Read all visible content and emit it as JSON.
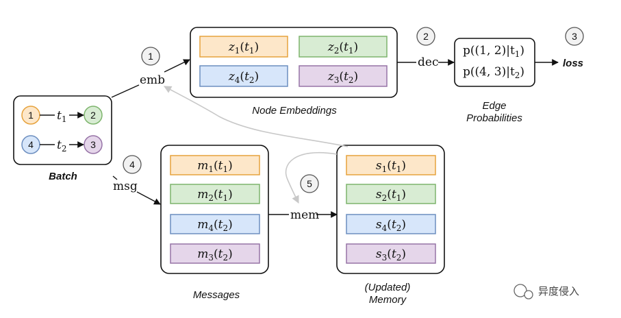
{
  "colors": {
    "orange_fill": "#fde7c9",
    "orange_stroke": "#e6a23c",
    "green_fill": "#d8ecd3",
    "green_stroke": "#7db46c",
    "blue_fill": "#d7e6fa",
    "blue_stroke": "#6c8ebf",
    "purple_fill": "#e5d6ea",
    "purple_stroke": "#9673a6"
  },
  "steps": [
    "1",
    "2",
    "3",
    "4",
    "5"
  ],
  "batch": {
    "label": "Batch",
    "nodes": [
      "1",
      "2",
      "4",
      "3"
    ],
    "edge_times": [
      "t",
      "1",
      "t",
      "2"
    ]
  },
  "edges": {
    "emb": "emb",
    "dec": "dec",
    "msg": "msg",
    "mem": "mem"
  },
  "embeddings": {
    "label": "Node Embeddings",
    "items": [
      {
        "base": "z",
        "sub": "1",
        "arg": "t",
        "argsub": "1"
      },
      {
        "base": "z",
        "sub": "2",
        "arg": "t",
        "argsub": "1"
      },
      {
        "base": "z",
        "sub": "4",
        "arg": "t",
        "argsub": "2"
      },
      {
        "base": "z",
        "sub": "3",
        "arg": "t",
        "argsub": "2"
      }
    ]
  },
  "probabilities": {
    "label_line1": "Edge",
    "label_line2": "Probabilities",
    "items": [
      {
        "pre": "p((1, 2)|t",
        "sub": "1",
        "post": ")"
      },
      {
        "pre": "p((4, 3)|t",
        "sub": "2",
        "post": ")"
      }
    ]
  },
  "loss": "loss",
  "messages": {
    "label": "Messages",
    "items": [
      {
        "base": "m",
        "sub": "1",
        "arg": "t",
        "argsub": "1"
      },
      {
        "base": "m",
        "sub": "2",
        "arg": "t",
        "argsub": "1"
      },
      {
        "base": "m",
        "sub": "4",
        "arg": "t",
        "argsub": "2"
      },
      {
        "base": "m",
        "sub": "3",
        "arg": "t",
        "argsub": "2"
      }
    ]
  },
  "memory": {
    "label_line1": "(Updated)",
    "label_line2": "Memory",
    "items": [
      {
        "base": "s",
        "sub": "1",
        "arg": "t",
        "argsub": "1"
      },
      {
        "base": "s",
        "sub": "2",
        "arg": "t",
        "argsub": "1"
      },
      {
        "base": "s",
        "sub": "4",
        "arg": "t",
        "argsub": "2"
      },
      {
        "base": "s",
        "sub": "3",
        "arg": "t",
        "argsub": "2"
      }
    ]
  },
  "watermark": "异度侵入"
}
